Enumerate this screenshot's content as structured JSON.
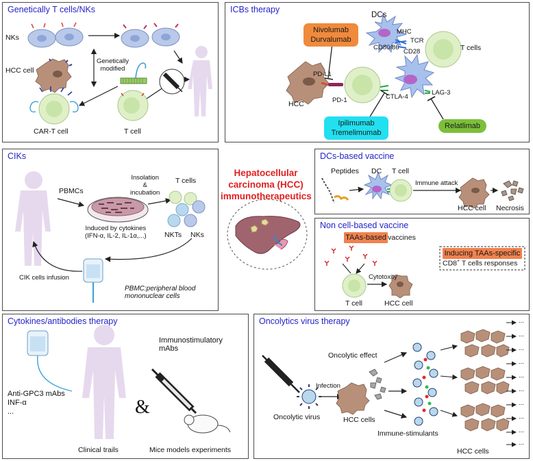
{
  "panels": {
    "genetic": {
      "title": "Genetically T cells/NKs",
      "nks": "NKs",
      "hcc_cell": "HCC cell",
      "genetically_modified": "Genetically\nmodified",
      "cart": "CAR-T cell",
      "tcell": "T cell"
    },
    "icb": {
      "title": "ICBs therapy",
      "nivo": "Nivolumab\nDurvalumab",
      "dcs": "DCs",
      "mhc": "MHC",
      "tcr": "TCR",
      "cd8086": "CD80/86",
      "cd28": "CD28",
      "tcells": "T cells",
      "pdl1": "PD-L1",
      "pd1": "PD-1",
      "hcc": "HCC",
      "ctla4": "CTLA-4",
      "lag3": "LAG-3",
      "ipi": "Ipilimumab\nTremelimumab",
      "rela": "Relatlimab"
    },
    "ciks": {
      "title": "CIKs",
      "pbmcs": "PBMCs",
      "insolation": "Insolation\n&\nincubation",
      "tcells": "T cells",
      "induced": "Induced by cytokines\n(IFN-α, IL-2, IL-1α,...)",
      "nkts": "NKTs",
      "nks": "NKs",
      "cik_infusion": "CIK cells infusion",
      "pbmc_note": "PBMC:peripheral blood\nmononuclear cells"
    },
    "center": {
      "title": "Hepatocellular\ncarcinoma (HCC)\nimmunotherapeutics"
    },
    "dcs_vaccine": {
      "title": "DCs-based vaccine",
      "peptides": "Peptides",
      "dc": "DC",
      "tcell": "T cell",
      "immune_attack": "Immune attack",
      "hcc_cell": "HCC cell",
      "necrosis": "Necrosis"
    },
    "noncell": {
      "title": "Non cell-based vaccine",
      "taas": "TAAs-based",
      "vaccines": " vaccines",
      "inducing": "Inducing TAAs-specific",
      "cd8_pre": "CD8",
      "cd8_sup": "+",
      "cd8_post": " T cells responses",
      "cytotoxity": "Cytotoxity",
      "tcell": "T cell",
      "hcc_cell": "HCC cell"
    },
    "cytokines": {
      "title": "Cytokines/antibodies therapy",
      "immuno": "Immunostimulatory\nmAbs",
      "amp": "&",
      "anti": "Anti-GPC3 mAbs\nINF-α\n...",
      "clinical": "Clinical trails",
      "mice": "Mice models experiments"
    },
    "oncolytic": {
      "title": "Oncolytics virus therapy",
      "effect": "Oncolytic effect",
      "infection": "Infection",
      "virus": "Oncolytic virus",
      "hcc_cells1": "HCC cells",
      "immune_stim": "Immune-stimulants",
      "hcc_cells2": "HCC cells",
      "dots": "..."
    }
  },
  "colors": {
    "title_blue": "#2323c8",
    "center_red": "#e02020",
    "orange": "#f08a3c",
    "cyan": "#22e0f0",
    "green": "#7cbf3a",
    "taas": "#f0824f",
    "cell_green": "#dff0c8",
    "nk_blue": "#b9c9ea",
    "hcc_brown": "#b8907a",
    "silhouette": "#e6d9ee"
  }
}
